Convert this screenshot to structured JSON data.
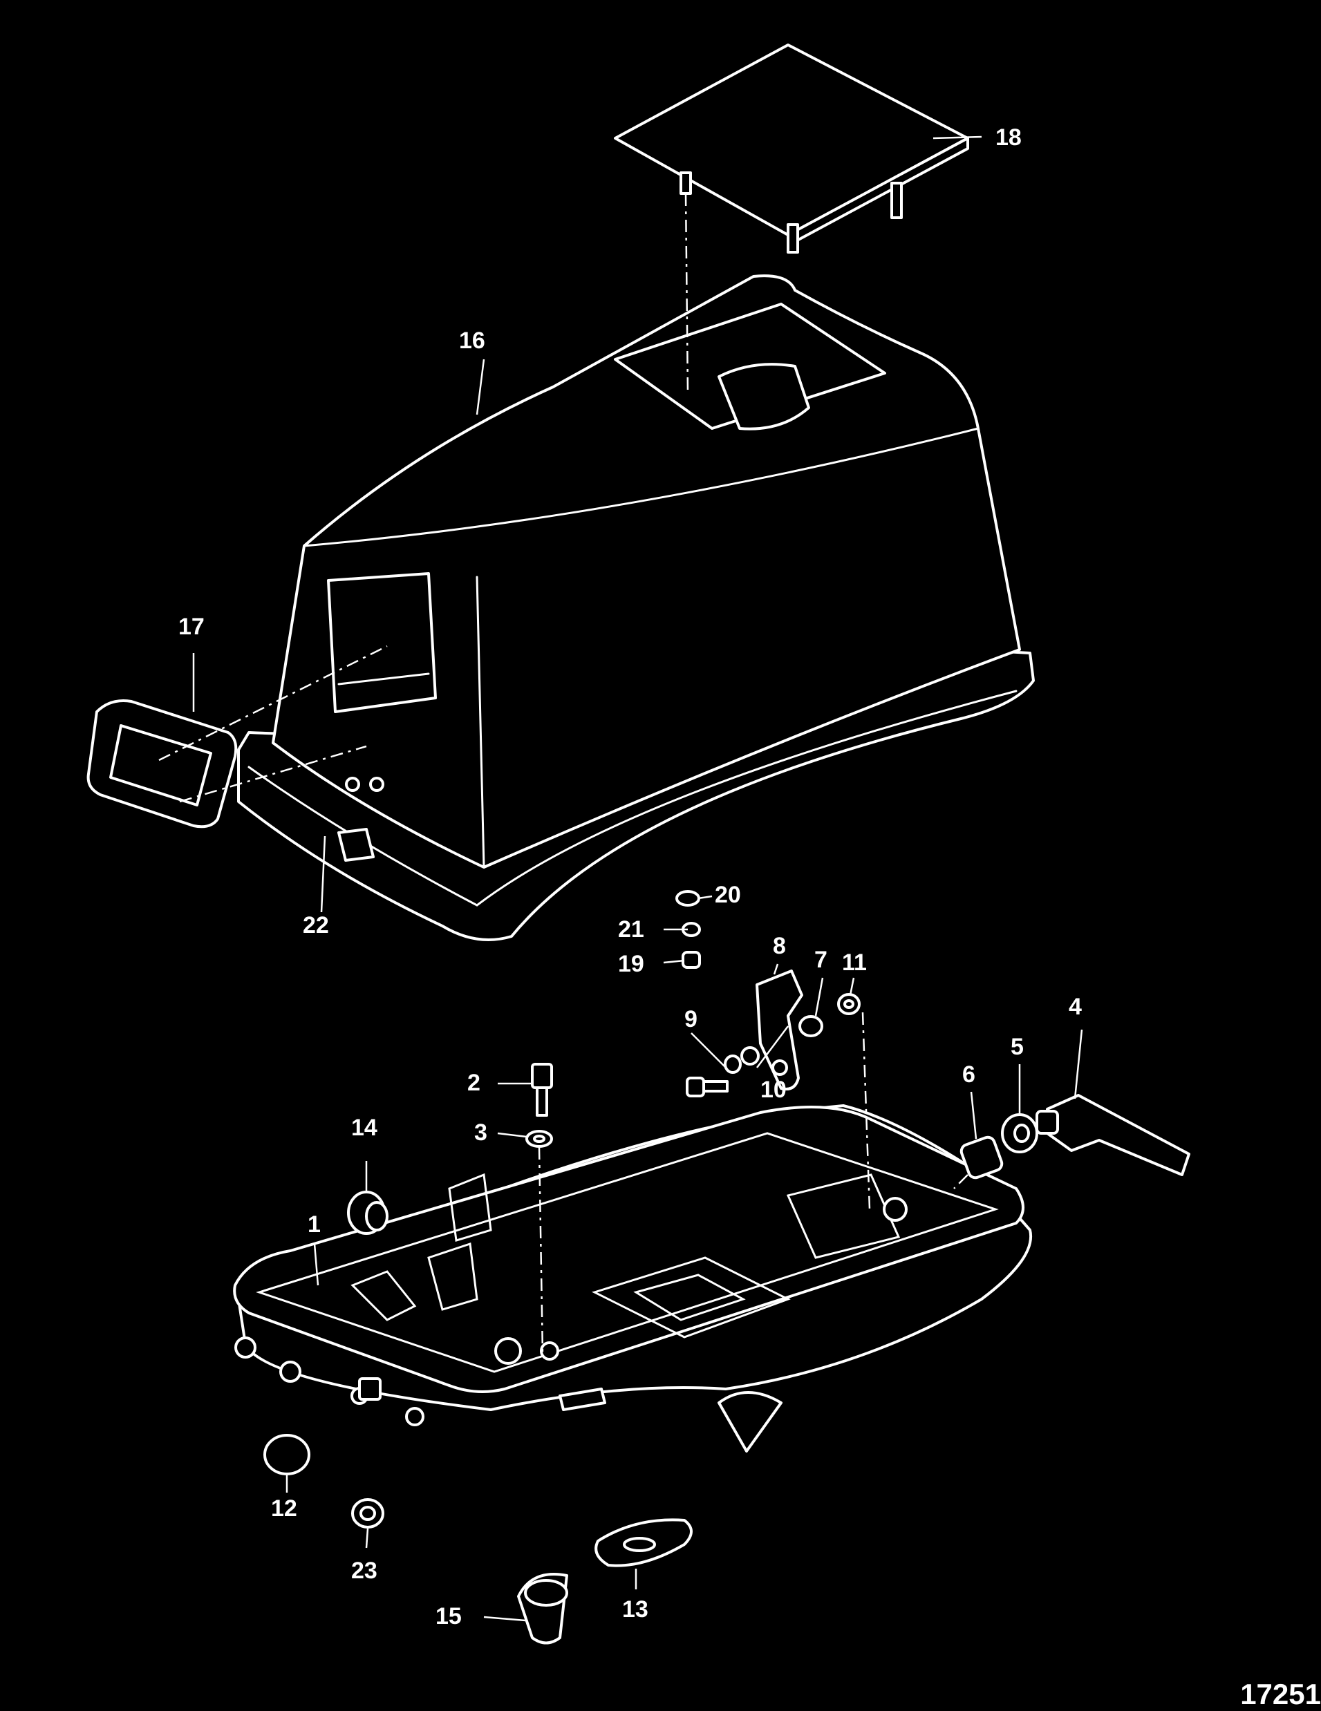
{
  "callouts": [
    "1",
    "2",
    "3",
    "4",
    "5",
    "6",
    "7",
    "8",
    "9",
    "10",
    "11",
    "12",
    "13",
    "14",
    "15",
    "16",
    "17",
    "18",
    "19",
    "20",
    "21",
    "22",
    "23"
  ],
  "figure_number": "17251",
  "colors": {
    "background": "#000000",
    "linework": "#ffffff"
  }
}
